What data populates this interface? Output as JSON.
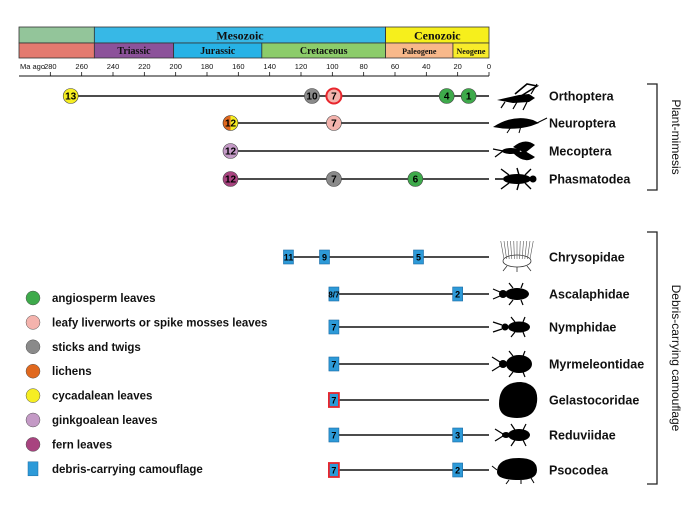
{
  "eras": [
    {
      "label": "",
      "start": 300,
      "end": 251.9,
      "color": "#93c59a"
    },
    {
      "label": "Mesozoic",
      "start": 251.9,
      "end": 66,
      "color": "#37b8e6"
    },
    {
      "label": "Cenozoic",
      "start": 66,
      "end": 0,
      "color": "#f6ef1c"
    }
  ],
  "periods": [
    {
      "label": "",
      "start": 300,
      "end": 251.9,
      "color": "#e47a6f",
      "font_scale": 1
    },
    {
      "label": "Triassic",
      "start": 251.9,
      "end": 201.3,
      "color": "#8c529a",
      "font_scale": 1
    },
    {
      "label": "Jurassic",
      "start": 201.3,
      "end": 145,
      "color": "#26b2e6",
      "font_scale": 1
    },
    {
      "label": "Cretaceous",
      "start": 145,
      "end": 66,
      "color": "#8ccc6a",
      "font_scale": 1
    },
    {
      "label": "Paleogene",
      "start": 66,
      "end": 23,
      "color": "#f8b88a",
      "font_scale": 0.8
    },
    {
      "label": "Neogene",
      "start": 23,
      "end": 0,
      "color": "#f8ec2a",
      "font_scale": 0.8
    }
  ],
  "axis": {
    "label": "Ma ago",
    "min": 0,
    "max": 300,
    "ticks": [
      280,
      260,
      240,
      220,
      200,
      180,
      160,
      140,
      120,
      100,
      80,
      60,
      40,
      20,
      0
    ]
  },
  "legend": [
    {
      "label": "angiosperm leaves",
      "shape": "circle",
      "color": "#3eaa4b"
    },
    {
      "label": "leafy liverworts or spike mosses leaves",
      "shape": "circle",
      "color": "#f4b3ad"
    },
    {
      "label": "sticks and twigs",
      "shape": "circle",
      "color": "#8a8a8a"
    },
    {
      "label": "lichens",
      "shape": "circle",
      "color": "#e0681e"
    },
    {
      "label": "cycadalean leaves",
      "shape": "circle",
      "color": "#f6ee22"
    },
    {
      "label": "ginkgoalean leaves",
      "shape": "circle",
      "color": "#c49ac6"
    },
    {
      "label": "fern leaves",
      "shape": "circle",
      "color": "#a8437f"
    },
    {
      "label": "debris-carrying camouflage",
      "shape": "square",
      "color": "#2d9ad8"
    }
  ],
  "groups": [
    {
      "label": "Plant-mimesis"
    },
    {
      "label": "Debris-carrying camouflage"
    }
  ],
  "taxa": [
    {
      "label": "Orthoptera",
      "group": 0,
      "line_start": 267,
      "line_end": 0,
      "icon": "grasshopper-icon",
      "markers": [
        {
          "age": 267,
          "text": "13",
          "type": "cycadalean"
        },
        {
          "age": 113,
          "text": "10",
          "type": "sticks"
        },
        {
          "age": 99,
          "text": "7",
          "type": "liverwort",
          "highlight": true
        },
        {
          "age": 27,
          "text": "4",
          "type": "angiosperm"
        },
        {
          "age": 13,
          "text": "1",
          "type": "angiosperm"
        }
      ]
    },
    {
      "label": "Neuroptera",
      "group": 0,
      "line_start": 165,
      "line_end": 0,
      "icon": "lacewing-icon",
      "markers": [
        {
          "age": 165,
          "text": "12",
          "type": "lichen-cycad"
        },
        {
          "age": 99,
          "text": "7",
          "type": "liverwort"
        }
      ]
    },
    {
      "label": "Mecoptera",
      "group": 0,
      "line_start": 165,
      "line_end": 0,
      "icon": "scorpionfly-icon",
      "markers": [
        {
          "age": 165,
          "text": "12",
          "type": "ginkgo"
        }
      ]
    },
    {
      "label": "Phasmatodea",
      "group": 0,
      "line_start": 165,
      "line_end": 0,
      "icon": "stick-insect-icon",
      "markers": [
        {
          "age": 165,
          "text": "12",
          "type": "fern"
        },
        {
          "age": 99,
          "text": "7",
          "type": "sticks"
        },
        {
          "age": 47,
          "text": "6",
          "type": "angiosperm"
        }
      ]
    },
    {
      "label": "Chrysopidae",
      "group": 1,
      "line_start": 128,
      "line_end": 0,
      "icon": "lacewing-larva-icon",
      "markers": [
        {
          "age": 128,
          "text": "11",
          "type": "debris"
        },
        {
          "age": 105,
          "text": "9",
          "type": "debris"
        },
        {
          "age": 45,
          "text": "5",
          "type": "debris"
        }
      ]
    },
    {
      "label": "Ascalaphidae",
      "group": 1,
      "line_start": 99,
      "line_end": 0,
      "icon": "owlfly-larva-icon",
      "markers": [
        {
          "age": 99,
          "text": "8/7",
          "type": "debris"
        },
        {
          "age": 20,
          "text": "2",
          "type": "debris"
        }
      ]
    },
    {
      "label": "Nymphidae",
      "group": 1,
      "line_start": 99,
      "line_end": 0,
      "icon": "nymphid-larva-icon",
      "markers": [
        {
          "age": 99,
          "text": "7",
          "type": "debris"
        }
      ]
    },
    {
      "label": "Myrmeleontidae",
      "group": 1,
      "line_start": 99,
      "line_end": 0,
      "icon": "antlion-larva-icon",
      "markers": [
        {
          "age": 99,
          "text": "7",
          "type": "debris"
        }
      ]
    },
    {
      "label": "Gelastocoridae",
      "group": 1,
      "line_start": 99,
      "line_end": 0,
      "icon": "toad-bug-icon",
      "markers": [
        {
          "age": 99,
          "text": "7",
          "type": "debris",
          "highlight": true
        }
      ]
    },
    {
      "label": "Reduviidae",
      "group": 1,
      "line_start": 99,
      "line_end": 0,
      "icon": "assassin-bug-icon",
      "markers": [
        {
          "age": 99,
          "text": "7",
          "type": "debris"
        },
        {
          "age": 20,
          "text": "3",
          "type": "debris"
        }
      ]
    },
    {
      "label": "Psocodea",
      "group": 1,
      "line_start": 99,
      "line_end": 0,
      "icon": "barklouse-icon",
      "markers": [
        {
          "age": 99,
          "text": "7",
          "type": "debris",
          "highlight": true
        },
        {
          "age": 20,
          "text": "2",
          "type": "debris"
        }
      ]
    }
  ],
  "marker_colors": {
    "angiosperm": "#3eaa4b",
    "liverwort": "#f4b3ad",
    "sticks": "#8a8a8a",
    "lichen": "#e0681e",
    "cycadalean": "#f6ee22",
    "ginkgo": "#c49ac6",
    "fern": "#a8437f",
    "debris": "#2d9ad8",
    "highlight": "#e8262d"
  }
}
